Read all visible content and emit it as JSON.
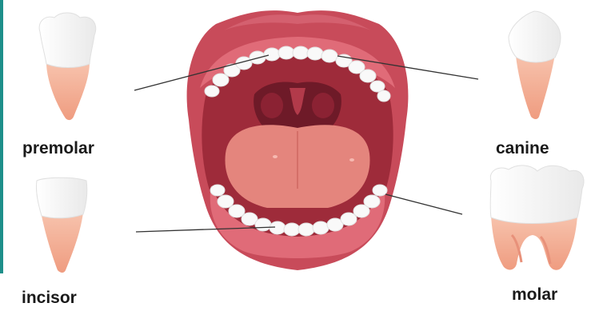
{
  "labels": {
    "premolar": "premolar",
    "canine": "canine",
    "incisor": "incisor",
    "molar": "molar"
  },
  "colors": {
    "lips": "#c84b5a",
    "mouth_interior": "#9e2b3a",
    "throat": "#6e1a28",
    "tongue": "#e4857d",
    "gums": "#e06b78",
    "tooth_crown": "#f7f7f7",
    "tooth_root": "#f2a58a",
    "frame_accent": "#1e8f8a"
  }
}
